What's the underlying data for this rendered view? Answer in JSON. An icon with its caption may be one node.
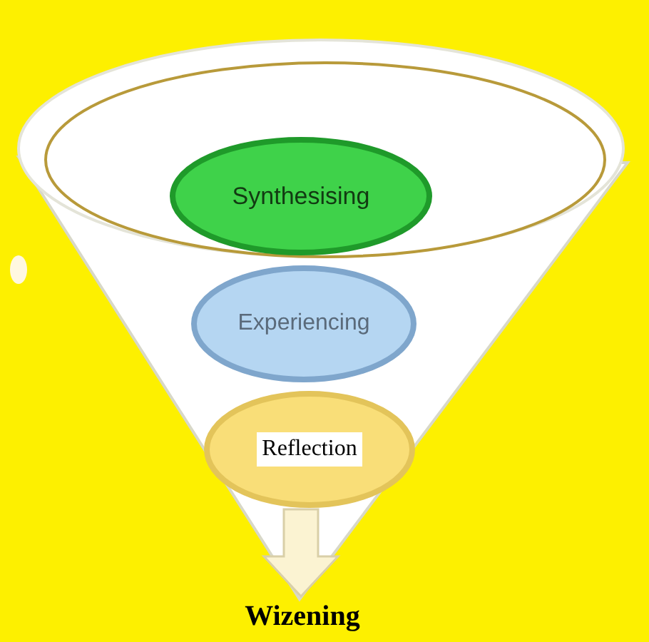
{
  "diagram": {
    "nodes": [
      {
        "text": [],
        "shape": "funnel"
      },
      {
        "text": [
          "Synthesising"
        ],
        "in": 0
      },
      {
        "text": [
          "Experiencing"
        ],
        "in": 0
      },
      {
        "text": [
          "Reflection"
        ],
        "in": 0
      },
      {
        "text": [
          "Wizening"
        ]
      }
    ],
    "edges": [
      {
        "from": 3,
        "to": 4,
        "arrow": "to"
      }
    ]
  }
}
